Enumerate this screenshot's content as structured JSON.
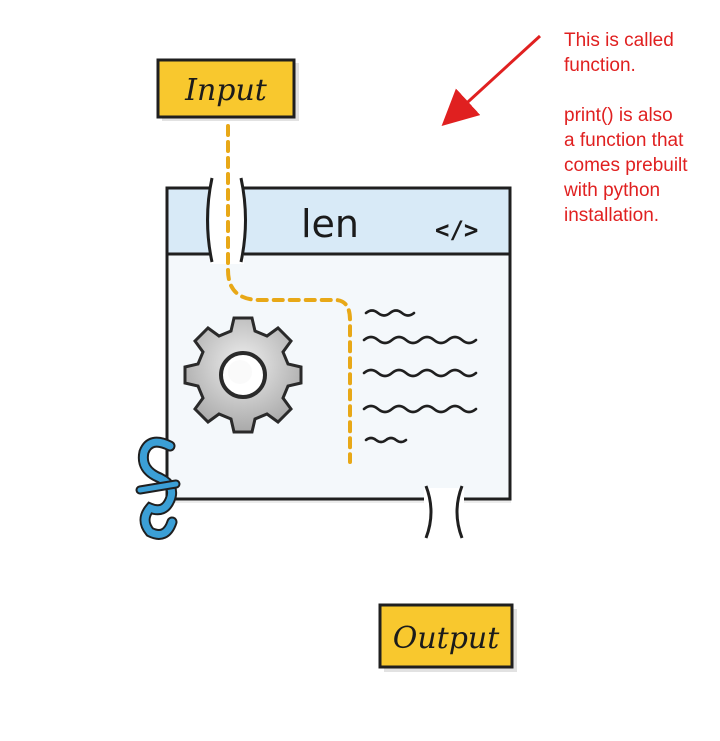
{
  "labels": {
    "input": "Input",
    "output": "Output"
  },
  "window": {
    "title": "len",
    "code_icon": "</>"
  },
  "annotation": {
    "text": "This is called\nfunction.\n\nprint() is also\na function that\ncomes prebuilt\nwith python\ninstallation."
  },
  "colors": {
    "label_fill": "#f8c82e",
    "window_header": "#d8eaf7",
    "window_body": "#f4f8fb",
    "flow_line": "#e8a817",
    "gear": "#c9c9c9",
    "python_hook": "#3b9fd6",
    "annotation": "#e02020"
  },
  "icons": [
    "gear-icon",
    "code-icon",
    "python-hook-icon",
    "arrow-icon",
    "text-lines-icon"
  ]
}
